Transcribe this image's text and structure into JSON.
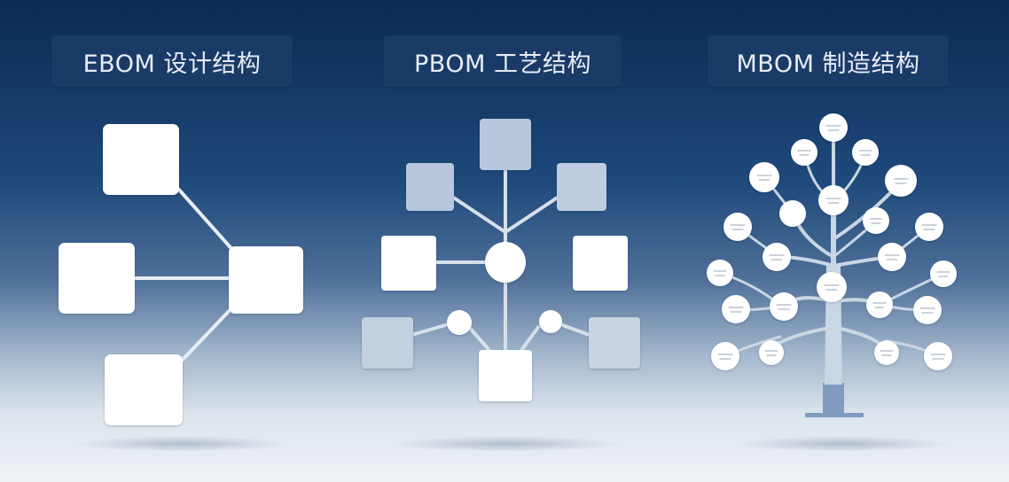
{
  "panels": [
    {
      "title": "EBOM 设计结构"
    },
    {
      "title": "PBOM 工艺结构"
    },
    {
      "title": "MBOM 制造结构"
    }
  ],
  "colors": {
    "background_top": "#0e2a55",
    "background_bottom": "#eef2f6",
    "title_box": "#1e3e6a",
    "node_white": "#ffffff",
    "node_muted": "#b8c8dc",
    "connector": "#d6e0ec",
    "trunk": "#c9d6e4"
  }
}
